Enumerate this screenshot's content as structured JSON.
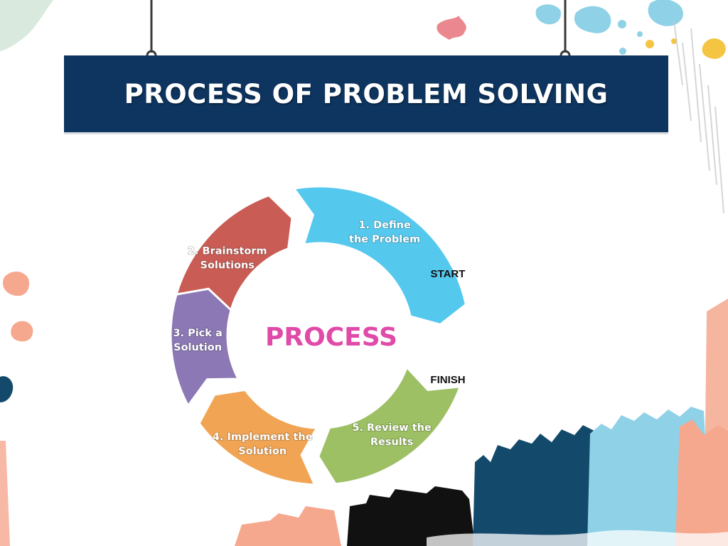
{
  "title": "PROCESS OF PROBLEM SOLVING",
  "center_label": "PROCESS",
  "start_label": "START",
  "finish_label": "FINISH",
  "steps": [
    {
      "lines": [
        "1. Define",
        "the Problem"
      ],
      "color": "#55c8ee"
    },
    {
      "lines": [
        "2. Brainstorm",
        "Solutions"
      ],
      "color": "#c95c54"
    },
    {
      "lines": [
        "3. Pick a",
        "Solution"
      ],
      "color": "#8b78b4"
    },
    {
      "lines": [
        "4. Implement the",
        "Solution"
      ],
      "color": "#f1a453"
    },
    {
      "lines": [
        "5. Review the",
        "Results"
      ],
      "color": "#9dc064"
    }
  ],
  "colors": {
    "banner": "#0e3560",
    "center_text": "#e04aa8",
    "paint_navy": "#134a6b",
    "paint_light_blue": "#8fd1e6",
    "paint_peach": "#f5a88e",
    "paint_black": "#111111"
  }
}
